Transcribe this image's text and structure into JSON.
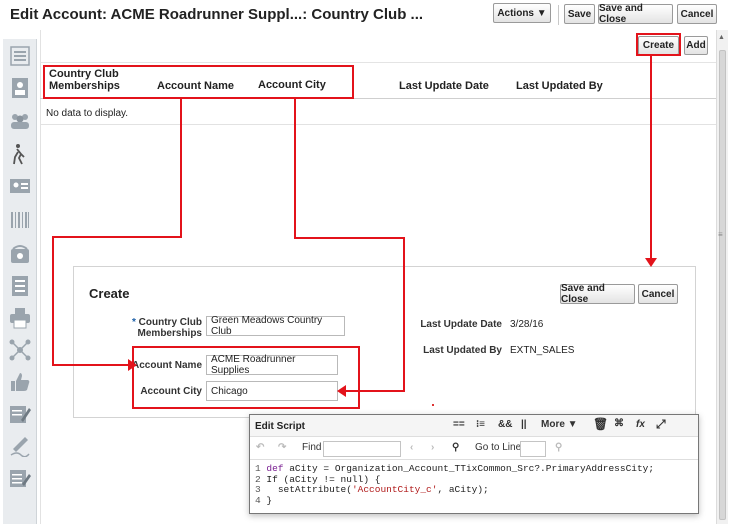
{
  "header": {
    "title": "Edit Account: ACME Roadrunner Suppl...: Country Club ...",
    "actions_label": "Actions ▼",
    "save_label": "Save",
    "save_close_label": "Save and Close",
    "cancel_label": "Cancel"
  },
  "sidebar": {
    "icons": [
      "list-icon",
      "contact-icon",
      "team-icon",
      "golfer-icon",
      "id-card-icon",
      "barcode-icon",
      "phone-icon",
      "checklist-icon",
      "printer-icon",
      "network-icon",
      "thumbs-up-icon",
      "edit-form-icon",
      "signature-icon",
      "edit-list-icon"
    ]
  },
  "toolbar": {
    "create_label": "Create",
    "add_label": "Add"
  },
  "table": {
    "columns": [
      "Country Club Memberships",
      "Account Name",
      "Account City",
      "Last Update Date",
      "Last Updated By"
    ],
    "column_1_line1": "Country Club",
    "column_1_line2": "Memberships",
    "empty_text": "No data to display."
  },
  "create_form": {
    "title": "Create",
    "save_close_label": "Save and Close",
    "cancel_label": "Cancel",
    "membership_label_line1": "Country Club",
    "membership_label_line2": "Memberships",
    "membership_value": "Green Meadows Country Club",
    "account_name_label": "Account Name",
    "account_name_value": "ACME Roadrunner Supplies",
    "account_city_label": "Account City",
    "account_city_value": "Chicago",
    "last_update_date_label": "Last Update Date",
    "last_update_date_value": "3/28/16",
    "last_updated_by_label": "Last Updated By",
    "last_updated_by_value": "EXTN_SALES"
  },
  "edit_script": {
    "title": "Edit Script",
    "more_label": "More ▼",
    "find_label": "Find",
    "goto_label": "Go to Line",
    "code_lines": [
      "def aCity = Organization_Account_TTixCommon_Src?.PrimaryAddressCity;",
      "If (aCity != null) {",
      "  setAttribute('AccountCity_c', aCity);",
      "}"
    ],
    "line_numbers": [
      "1",
      "2",
      "3",
      "4"
    ]
  },
  "colors": {
    "annotation_red": "#e3131b",
    "keyword": "#7a1f92",
    "string": "#b11b1b"
  }
}
